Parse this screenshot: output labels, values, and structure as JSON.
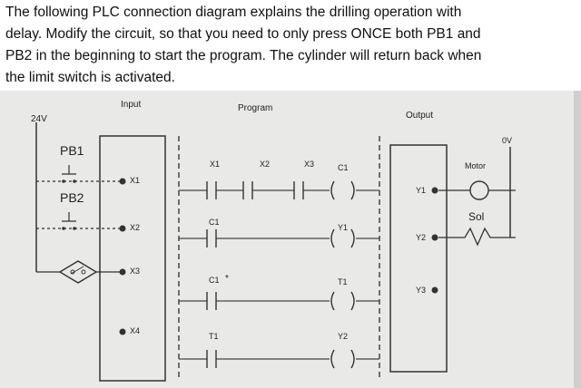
{
  "question": {
    "lines": [
      "The following PLC connection diagram explains the drilling operation with",
      "delay. Modify the circuit, so that you need to only press ONCE both PB1 and",
      "PB2 in the beginning to start the program. The cylinder will return back when",
      "the limit switch is activated."
    ]
  },
  "diagram": {
    "supply": "24V",
    "ground": "0V",
    "sections": {
      "input": "Input",
      "program": "Program",
      "output": "Output"
    },
    "pushbuttons": [
      "PB1",
      "PB2"
    ],
    "inputs": [
      "X1",
      "X2",
      "X3",
      "X4"
    ],
    "outputs": [
      "Y1",
      "Y2",
      "Y3"
    ],
    "loads": {
      "motor": "Motor",
      "solenoid": "Sol"
    },
    "rung1": {
      "contacts": [
        "X1",
        "X2",
        "X3"
      ],
      "coil": "C1"
    },
    "rung2": {
      "contact": "C1",
      "coil": "Y1"
    },
    "rung3": {
      "contact": "C1",
      "marker": "*",
      "coil": "T1"
    },
    "rung4": {
      "contact": "T1",
      "coil": "Y2"
    }
  }
}
